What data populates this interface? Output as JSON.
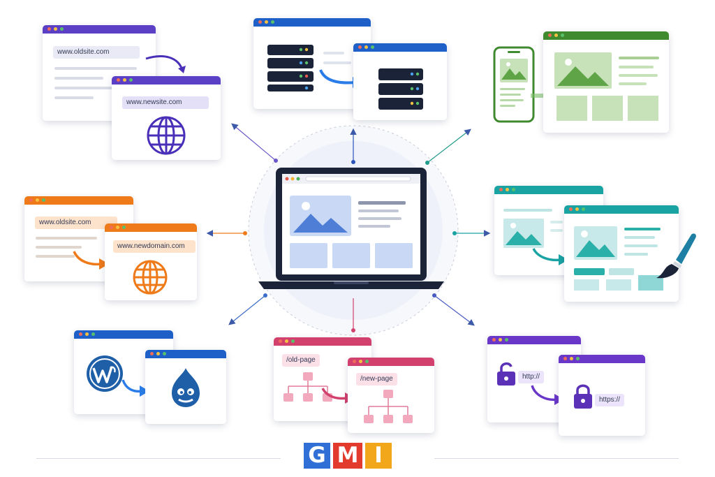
{
  "colors": {
    "purple": "#5b3fc4",
    "blue": "#1f5fc8",
    "green": "#3f8a2f",
    "orange": "#ef7a1a",
    "teal": "#1aa3a3",
    "pink": "#d2416d",
    "violet": "#6a38c9",
    "dark": "#1b2338"
  },
  "panels": {
    "domain_change": {
      "old_url": "www.oldsite.com",
      "new_url": "www.newsite.com"
    },
    "tld_change": {
      "old_url": "www.oldsite.com",
      "new_url": "www.newdomain.com"
    },
    "url_structure": {
      "old_path": "/old-page",
      "new_path": "/new-page"
    },
    "protocol_change": {
      "old_protocol": "http://",
      "new_protocol": "https://"
    }
  },
  "icons": [
    "globe-icon",
    "server-icon",
    "phone-icon",
    "image-icon",
    "paint-brush-icon",
    "wordpress-icon",
    "drupal-icon",
    "lock-icon",
    "sitemap-icon",
    "laptop-icon"
  ],
  "logo": {
    "letters": [
      "G",
      "M",
      "I"
    ],
    "colors": [
      "#2f6fd6",
      "#e23b2e",
      "#f2a71a"
    ]
  }
}
